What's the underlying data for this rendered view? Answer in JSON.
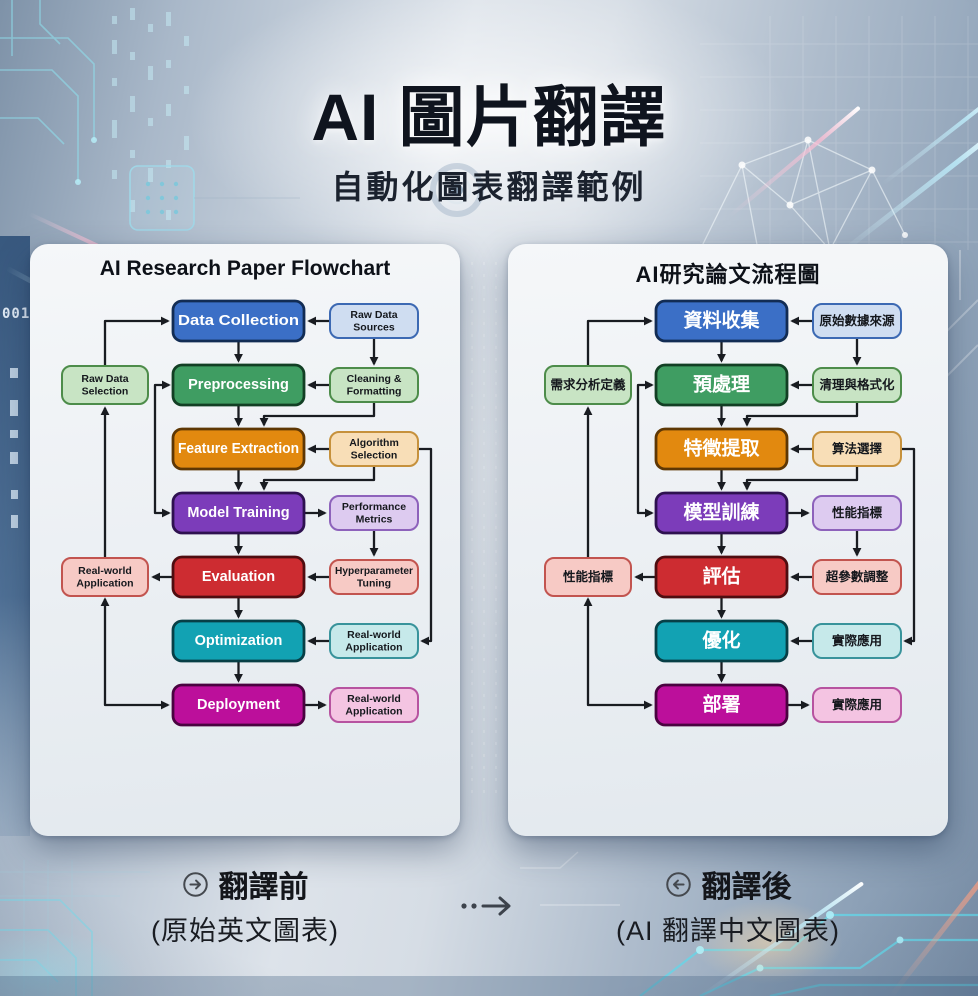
{
  "page": {
    "title": "AI 圖片翻譯",
    "subtitle": "自動化圖表翻譯範例"
  },
  "background": {
    "edge_digits": "001"
  },
  "palette": {
    "blue": {
      "fill": "#3b6fc6",
      "stroke": "#122c54",
      "text": "#ffffff"
    },
    "green": {
      "fill": "#3f9d62",
      "stroke": "#123f24",
      "text": "#ffffff"
    },
    "orange": {
      "fill": "#e2890f",
      "stroke": "#5e3704",
      "text": "#ffffff"
    },
    "purple": {
      "fill": "#7c3cba",
      "stroke": "#2e1150",
      "text": "#ffffff"
    },
    "red": {
      "fill": "#cd2c31",
      "stroke": "#4f0d10",
      "text": "#ffffff"
    },
    "teal": {
      "fill": "#12a2b3",
      "stroke": "#073f46",
      "text": "#ffffff"
    },
    "magenta": {
      "fill": "#bc0f9b",
      "stroke": "#4a0340",
      "text": "#ffffff"
    },
    "lightblue": {
      "fill": "#cfddf1",
      "stroke": "#3c69b3",
      "text": "#15181d"
    },
    "lightgreen": {
      "fill": "#c8e4c4",
      "stroke": "#4d8c4a",
      "text": "#15181d"
    },
    "cream": {
      "fill": "#f8deb7",
      "stroke": "#c6913c",
      "text": "#15181d"
    },
    "lavender": {
      "fill": "#ddcbf0",
      "stroke": "#8d62bb",
      "text": "#15181d"
    },
    "salmon": {
      "fill": "#f7cac5",
      "stroke": "#c2544f",
      "text": "#15181d"
    },
    "lightteal": {
      "fill": "#c6e9ea",
      "stroke": "#38939b",
      "text": "#15181d"
    },
    "lightpink": {
      "fill": "#f4c4e2",
      "stroke": "#b753a0",
      "text": "#15181d"
    }
  },
  "main_kinds": [
    "blue",
    "green",
    "orange",
    "purple",
    "red",
    "teal",
    "magenta"
  ],
  "side_kinds": [
    "lightblue",
    "lightgreen",
    "cream",
    "lavender",
    "salmon",
    "lightteal",
    "lightpink"
  ],
  "left_kinds": [
    "lightgreen",
    "salmon"
  ],
  "panels": [
    {
      "id": "original",
      "title": "AI Research Paper Flowchart",
      "main": [
        "Data Collection",
        "Preprocessing",
        "Feature Extraction",
        "Model Training",
        "Evaluation",
        "Optimization",
        "Deployment"
      ],
      "side": [
        [
          "Raw Data",
          "Sources"
        ],
        [
          "Cleaning &",
          "Formatting"
        ],
        [
          "Algorithm",
          "Selection"
        ],
        [
          "Performance",
          "Metrics"
        ],
        [
          "Hyperparameter",
          "Tuning"
        ],
        [
          "Real-world",
          "Application"
        ],
        [
          "Real-world",
          "Application"
        ]
      ],
      "left": [
        [
          "Raw Data",
          "Selection"
        ],
        [
          "Real-world",
          "Application"
        ]
      ]
    },
    {
      "id": "translated",
      "title": "AI研究論文流程圖",
      "main": [
        "資料收集",
        "預處理",
        "特徵提取",
        "模型訓練",
        "評估",
        "優化",
        "部署"
      ],
      "side": [
        [
          "原始數據來源"
        ],
        [
          "清理與格式化"
        ],
        [
          "算法選擇"
        ],
        [
          "性能指標"
        ],
        [
          "超參數調整"
        ],
        [
          "實際應用"
        ],
        [
          "實際應用"
        ]
      ],
      "left": [
        [
          "需求分析定義"
        ],
        [
          "性能指標"
        ]
      ]
    }
  ],
  "footer": {
    "before": {
      "icon": "arrow-right-circle",
      "title": "翻譯前",
      "caption": "(原始英文圖表)"
    },
    "middle_icon": "dotted-arrow-right",
    "after": {
      "icon": "arrow-left-circle",
      "title": "翻譯後",
      "caption": "(AI 翻譯中文圖表)"
    }
  },
  "chart_data": {
    "type": "flowchart",
    "description": "Identical flowchart shown twice: left = original English, right = AI-translated Traditional Chinese.",
    "translation_map": {
      "Data Collection": "資料收集",
      "Preprocessing": "預處理",
      "Feature Extraction": "特徵提取",
      "Model Training": "模型訓練",
      "Evaluation": "評估",
      "Optimization": "優化",
      "Deployment": "部署",
      "Raw Data Sources": "原始數據來源",
      "Cleaning & Formatting": "清理與格式化",
      "Algorithm Selection": "算法選擇",
      "Performance Metrics": "性能指標",
      "Hyperparameter Tuning": "超參數調整",
      "Real-world Application": "實際應用",
      "Raw Data Selection": "需求分析定義",
      "Real-world Application (left)": "性能指標"
    },
    "edges": [
      [
        "Data Collection",
        "Preprocessing"
      ],
      [
        "Preprocessing",
        "Feature Extraction"
      ],
      [
        "Feature Extraction",
        "Model Training"
      ],
      [
        "Model Training",
        "Evaluation"
      ],
      [
        "Evaluation",
        "Optimization"
      ],
      [
        "Optimization",
        "Deployment"
      ],
      [
        "Raw Data Sources",
        "Data Collection"
      ],
      [
        "Raw Data Sources",
        "Cleaning & Formatting"
      ],
      [
        "Cleaning & Formatting",
        "Preprocessing"
      ],
      [
        "Cleaning & Formatting",
        "Feature Extraction"
      ],
      [
        "Algorithm Selection",
        "Feature Extraction"
      ],
      [
        "Algorithm Selection",
        "Model Training"
      ],
      [
        "Algorithm Selection",
        "Real-world Application (optimization input)"
      ],
      [
        "Model Training",
        "Performance Metrics"
      ],
      [
        "Performance Metrics",
        "Hyperparameter Tuning"
      ],
      [
        "Hyperparameter Tuning",
        "Evaluation"
      ],
      [
        "Real-world Application (optimization input)",
        "Optimization"
      ],
      [
        "Deployment",
        "Real-world Application (deployment output)"
      ],
      [
        "Raw Data Selection",
        "Data Collection"
      ],
      [
        "Evaluation",
        "Real-world Application (left)"
      ],
      [
        "Real-world Application (left)",
        "Raw Data Selection"
      ],
      [
        "Real-world Application (left)",
        "Deployment"
      ],
      [
        "Preprocessing",
        "Model Training"
      ]
    ]
  }
}
